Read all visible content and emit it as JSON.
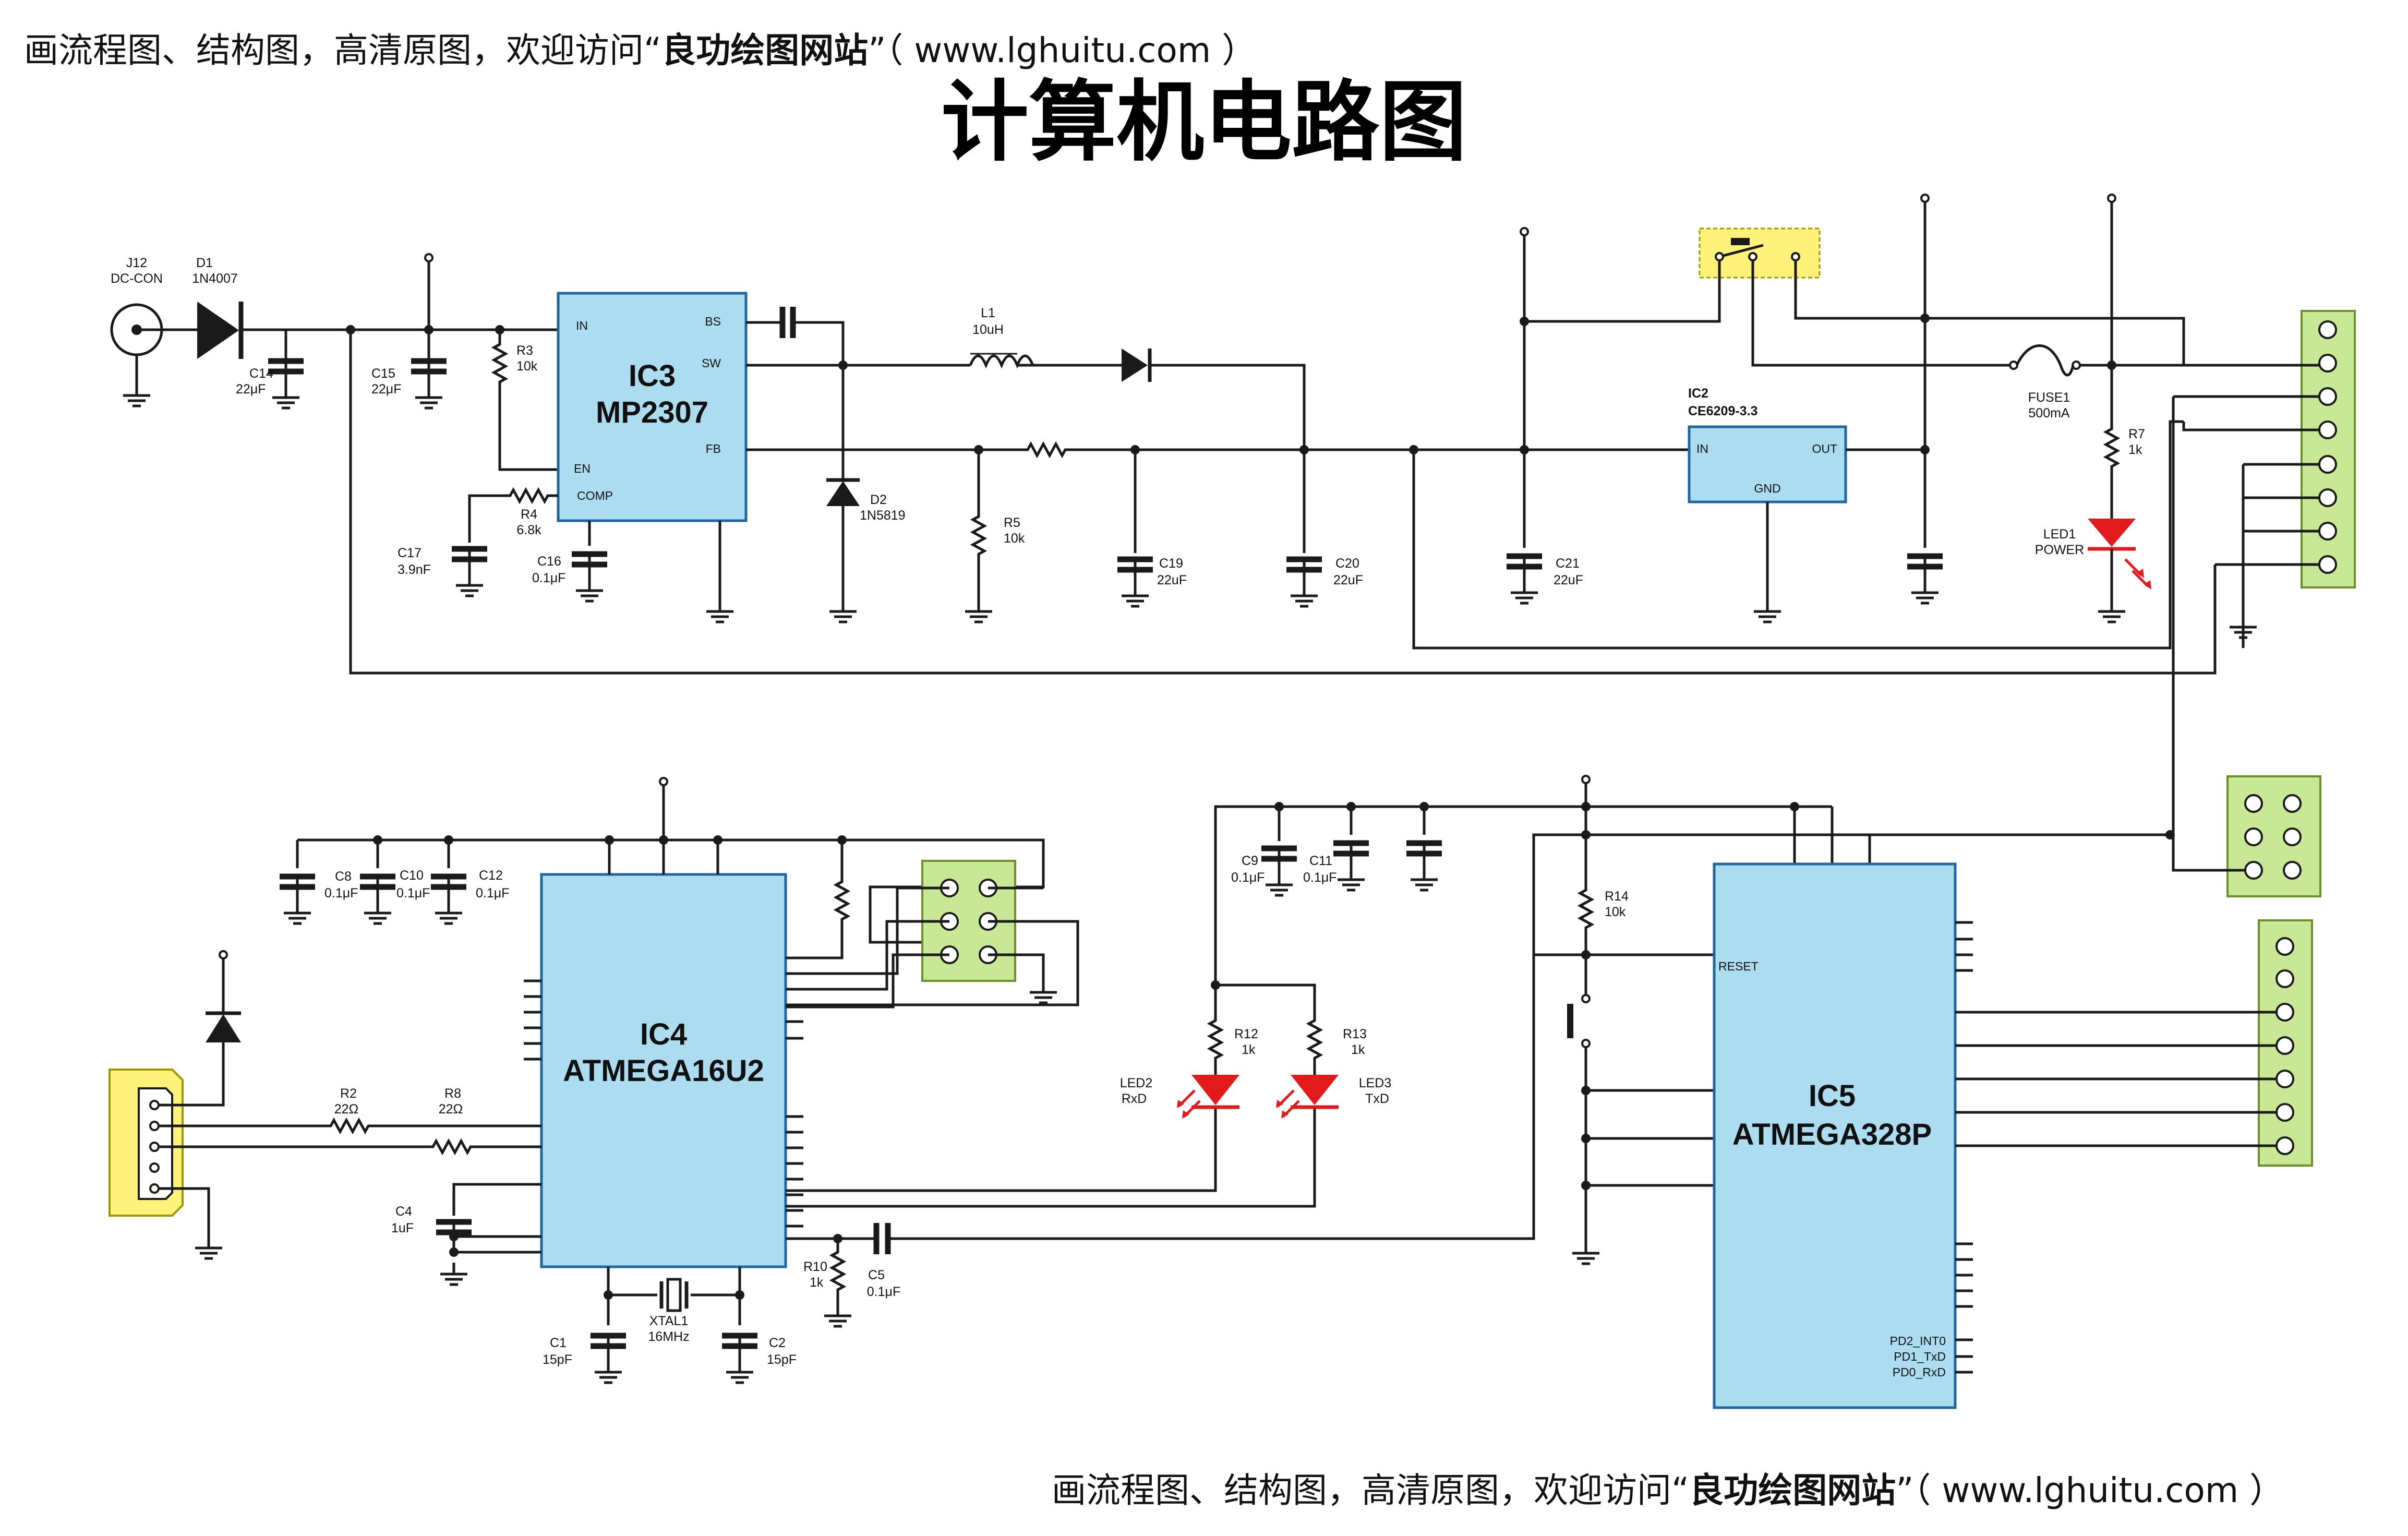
{
  "banner_top": {
    "prefix": "画流程图、结构图，高清原图，欢迎访问“",
    "brand": "良功绘图网站",
    "suffix": "”（ www.lghuitu.com ）"
  },
  "banner_bottom": {
    "prefix": "画流程图、结构图，高清原图，欢迎访问“",
    "brand": "良功绘图网站",
    "suffix": "”（ www.lghuitu.com ）"
  },
  "title": "计算机电路图",
  "ics": {
    "ic3": {
      "name": "IC3",
      "part": "MP2307",
      "pins": {
        "in": "IN",
        "bs": "BS",
        "sw": "SW",
        "en": "EN",
        "fb": "FB",
        "comp": "COMP"
      }
    },
    "ic2": {
      "name": "IC2",
      "part": "CE6209-3.3",
      "pins": {
        "in": "IN",
        "out": "OUT",
        "gnd": "GND"
      }
    },
    "ic4": {
      "name": "IC4",
      "part": "ATMEGA16U2"
    },
    "ic5": {
      "name": "IC5",
      "part": "ATMEGA328P",
      "pins": {
        "reset": "RESET",
        "pd2": "PD2_INT0",
        "pd1": "PD1_TxD",
        "pd0": "PD0_RxD"
      }
    }
  },
  "parts": {
    "j12": {
      "ref": "J12",
      "val": "DC-CON"
    },
    "d1": {
      "ref": "D1",
      "val": "1N4007"
    },
    "c14": {
      "ref": "C14",
      "val": "22μF"
    },
    "c15": {
      "ref": "C15",
      "val": "22μF"
    },
    "r3": {
      "ref": "R3",
      "val": "10k"
    },
    "r4": {
      "ref": "R4",
      "val": "6.8k"
    },
    "c17": {
      "ref": "C17",
      "val": "3.9nF"
    },
    "c16": {
      "ref": "C16",
      "val": "0.1μF"
    },
    "l1": {
      "ref": "L1",
      "val": "10uH"
    },
    "d2": {
      "ref": "D2",
      "val": "1N5819"
    },
    "r5": {
      "ref": "R5",
      "val": "10k"
    },
    "c19": {
      "ref": "C19",
      "val": "22uF"
    },
    "c20": {
      "ref": "C20",
      "val": "22uF"
    },
    "c21": {
      "ref": "C21",
      "val": "22uF"
    },
    "fuse1": {
      "ref": "FUSE1",
      "val": "500mA"
    },
    "r7": {
      "ref": "R7",
      "val": "1k"
    },
    "led1": {
      "ref": "LED1",
      "val": "POWER"
    },
    "c8": {
      "ref": "C8",
      "val": "0.1μF"
    },
    "c10": {
      "ref": "C10",
      "val": "0.1μF"
    },
    "c12": {
      "ref": "C12",
      "val": "0.1μF"
    },
    "r2": {
      "ref": "R2",
      "val": "22Ω"
    },
    "r8": {
      "ref": "R8",
      "val": "22Ω"
    },
    "c4": {
      "ref": "C4",
      "val": "1uF"
    },
    "c1": {
      "ref": "C1",
      "val": "15pF"
    },
    "c2": {
      "ref": "C2",
      "val": "15pF"
    },
    "xtal1": {
      "ref": "XTAL1",
      "val": "16MHz"
    },
    "r10": {
      "ref": "R10",
      "val": "1k"
    },
    "c5": {
      "ref": "C5",
      "val": "0.1μF"
    },
    "c9": {
      "ref": "C9",
      "val": "0.1μF"
    },
    "c11": {
      "ref": "C11",
      "val": "0.1μF"
    },
    "r12": {
      "ref": "R12",
      "val": "1k"
    },
    "r13": {
      "ref": "R13",
      "val": "1k"
    },
    "led2": {
      "ref": "LED2",
      "val": "RxD"
    },
    "led3": {
      "ref": "LED3",
      "val": "TxD"
    },
    "r14": {
      "ref": "R14",
      "val": "10k"
    }
  },
  "colors": {
    "ic_fill": "#abdcef",
    "ic_stroke": "#1f66a0",
    "header_fill": "#c9e895",
    "switch_fill": "#fff27a",
    "usb_fill": "#fff27a",
    "led": "#e31a1c"
  }
}
